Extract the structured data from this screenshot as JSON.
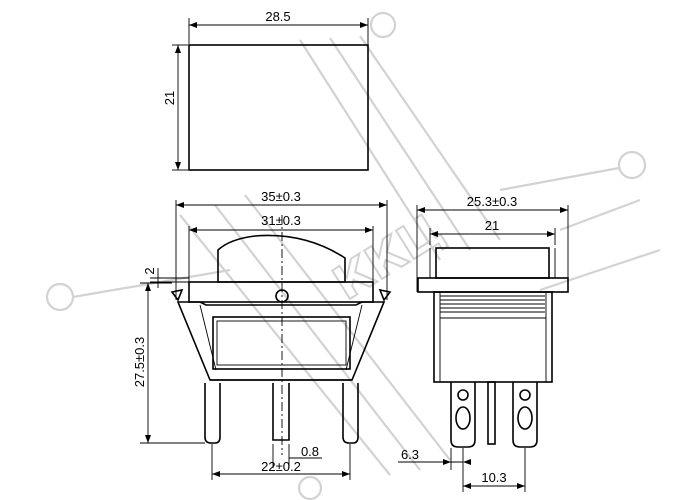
{
  "diagram": {
    "watermark_text": "ККЦ",
    "top_view": {
      "width_label": "28.5",
      "height_label": "21"
    },
    "front_view": {
      "outer_width_label": "35±0.3",
      "inner_width_label": "31±0.3",
      "rocker_offset_label": "2",
      "body_height_label": "27.5±0.3",
      "pin_width_label": "0.8",
      "pin_spacing_label": "22±0.2"
    },
    "side_view": {
      "outer_width_label": "25.3±0.3",
      "inner_width_label": "21",
      "pin_offset_label": "6.3",
      "pin_spacing_label": "10.3"
    }
  }
}
